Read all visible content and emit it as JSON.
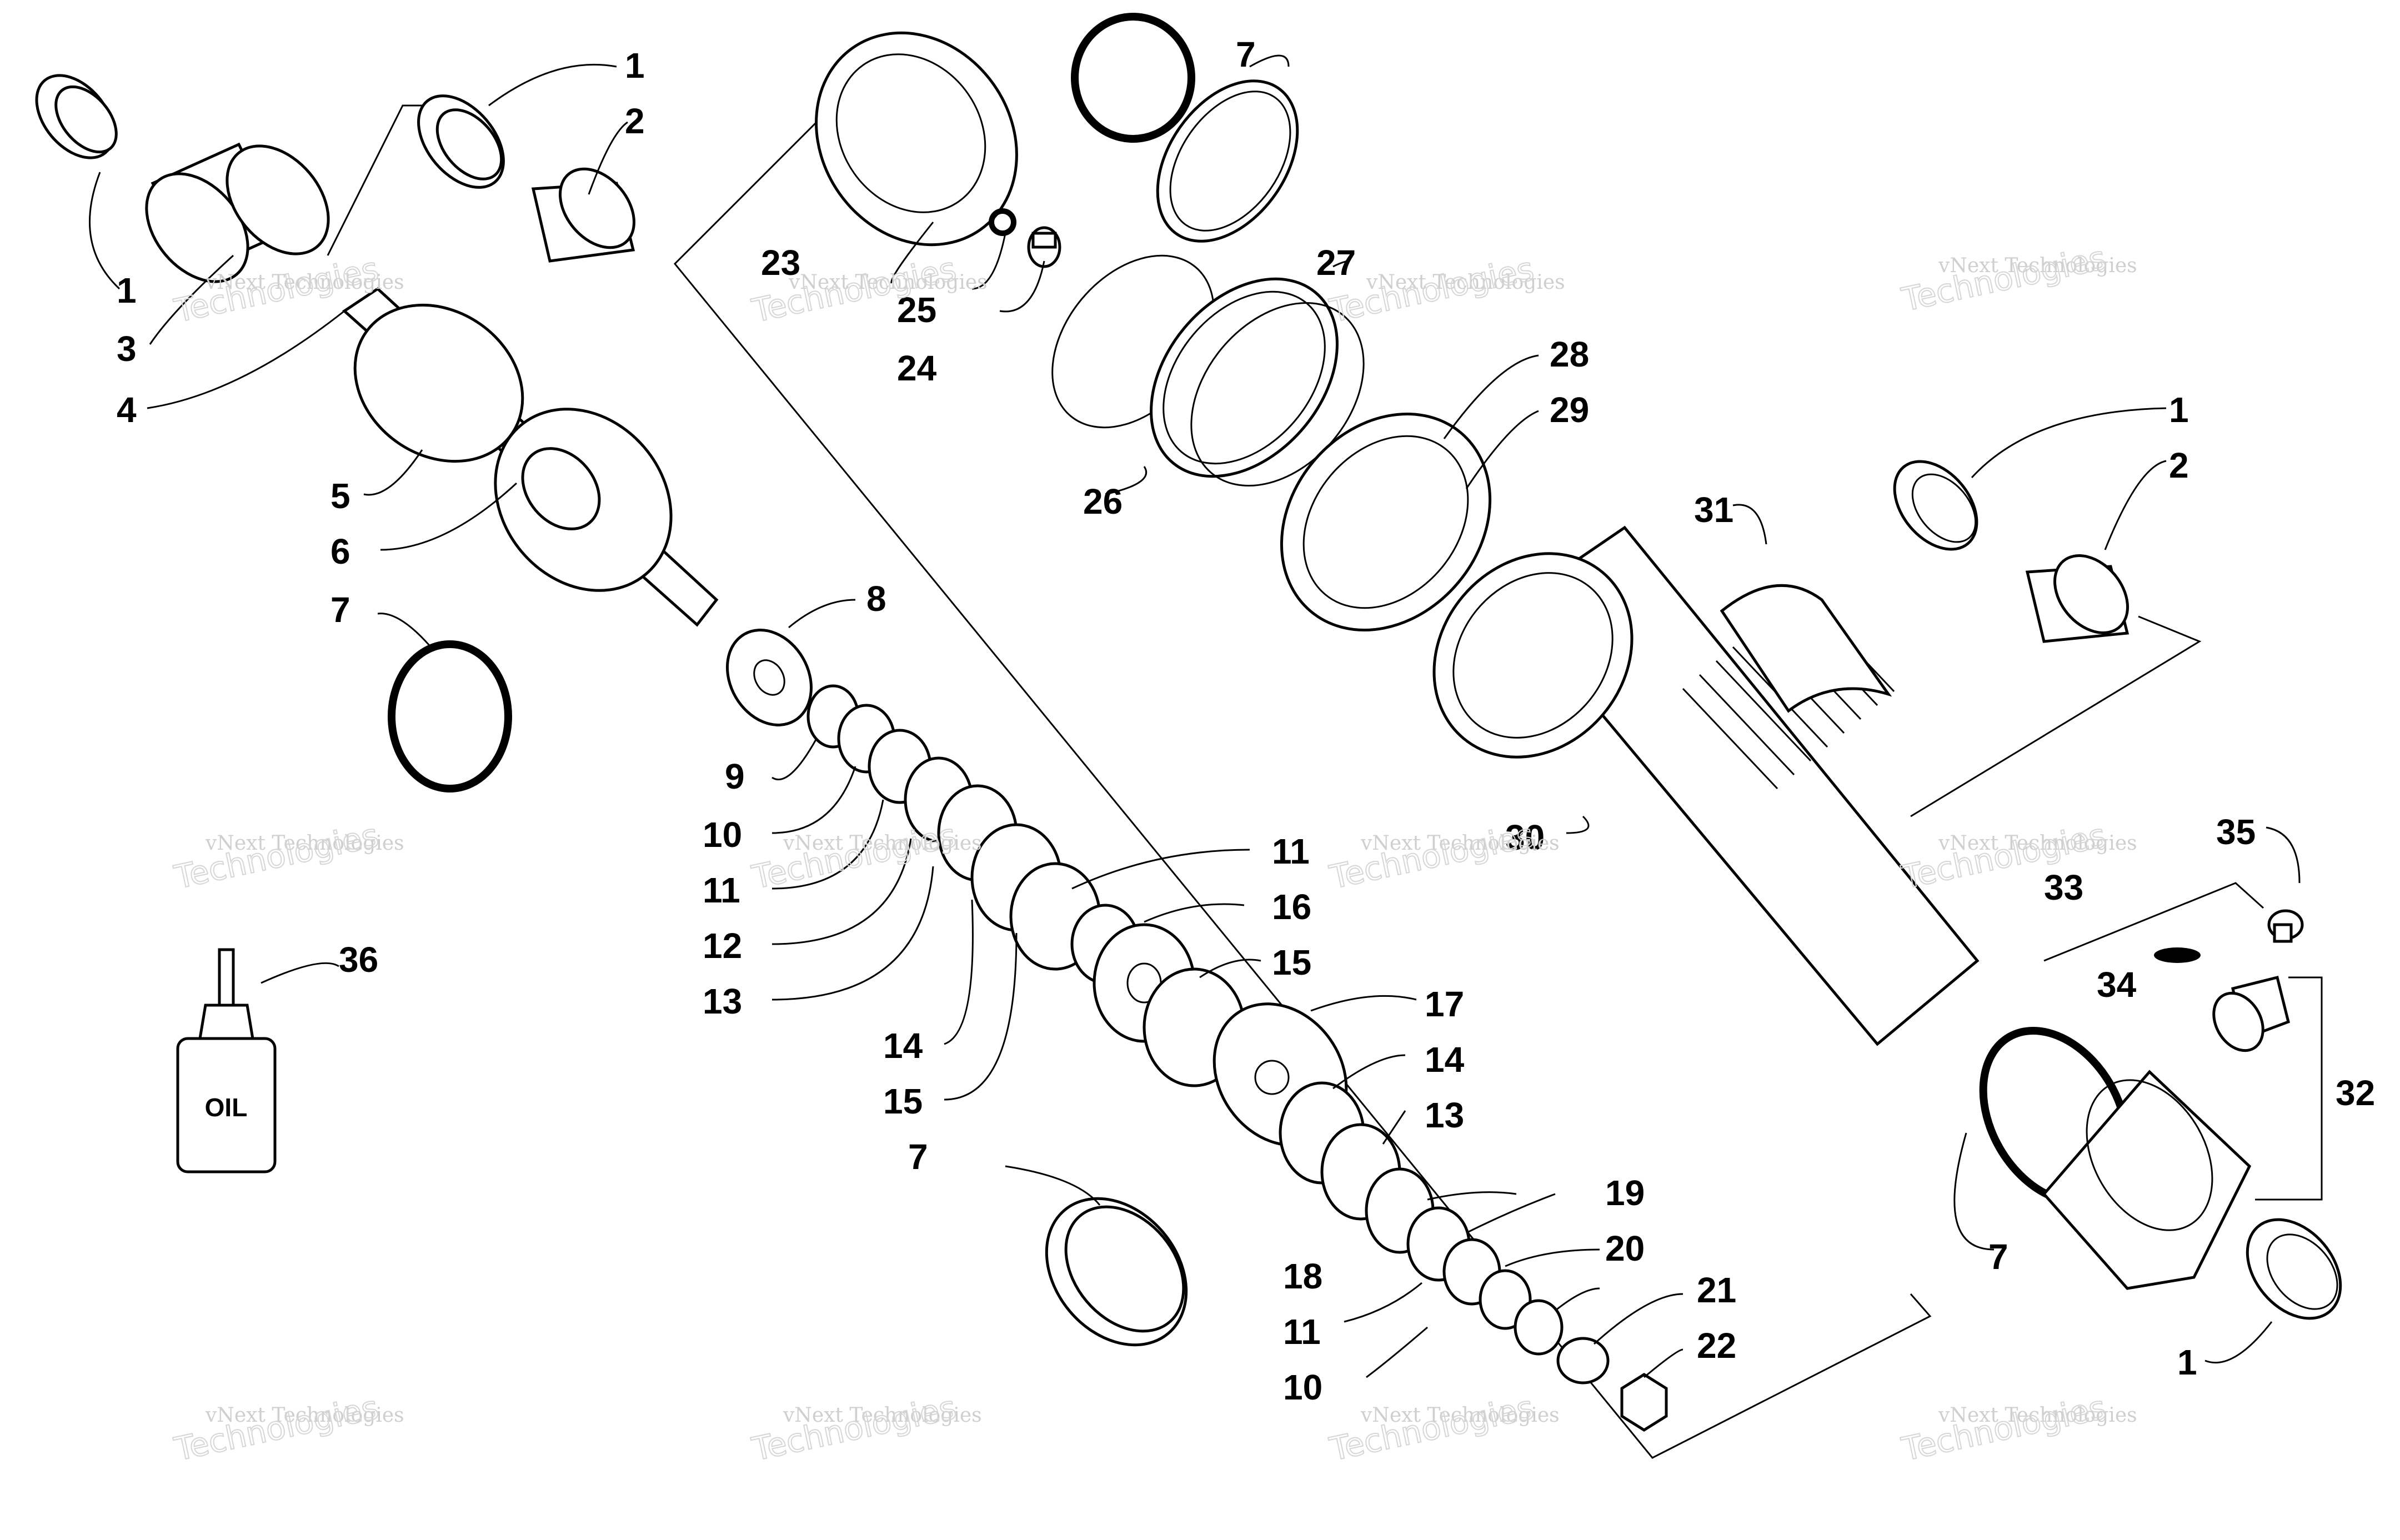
{
  "diagram": {
    "callouts": [
      "1",
      "2",
      "1",
      "3",
      "4",
      "5",
      "6",
      "7",
      "8",
      "9",
      "10",
      "11",
      "12",
      "13",
      "14",
      "15",
      "7",
      "36",
      "7",
      "23",
      "25",
      "24",
      "27",
      "26",
      "28",
      "29",
      "11",
      "16",
      "15",
      "17",
      "14",
      "13",
      "19",
      "18",
      "20",
      "11",
      "21",
      "10",
      "22",
      "31",
      "30",
      "1",
      "2",
      "35",
      "33",
      "34",
      "32",
      "7",
      "1"
    ],
    "bottle_label": "OIL",
    "watermarks": [
      {
        "line1": "vNext Technologies",
        "line2": "Technologies"
      },
      {
        "line1": "vNext Technologies",
        "line2": "Technologies"
      },
      {
        "line1": "vNext Technologies",
        "line2": "Technologies"
      },
      {
        "line1": "vNext Technologies",
        "line2": "Technologies"
      },
      {
        "line1": "vNext Technologies",
        "line2": "Technologies"
      },
      {
        "line1": "vNext Technologies",
        "line2": "Technologies"
      },
      {
        "line1": "vNext Technologies",
        "line2": "Technologies"
      },
      {
        "line1": "vNext Technologies",
        "line2": "Technologies"
      },
      {
        "line1": "vNext Technologies",
        "line2": "Technologies"
      },
      {
        "line1": "vNext Technologies",
        "line2": "Technologies"
      },
      {
        "line1": "vNext Technologies",
        "line2": "Technologies"
      },
      {
        "line1": "vNext Technologies",
        "line2": "Technologies"
      }
    ]
  }
}
